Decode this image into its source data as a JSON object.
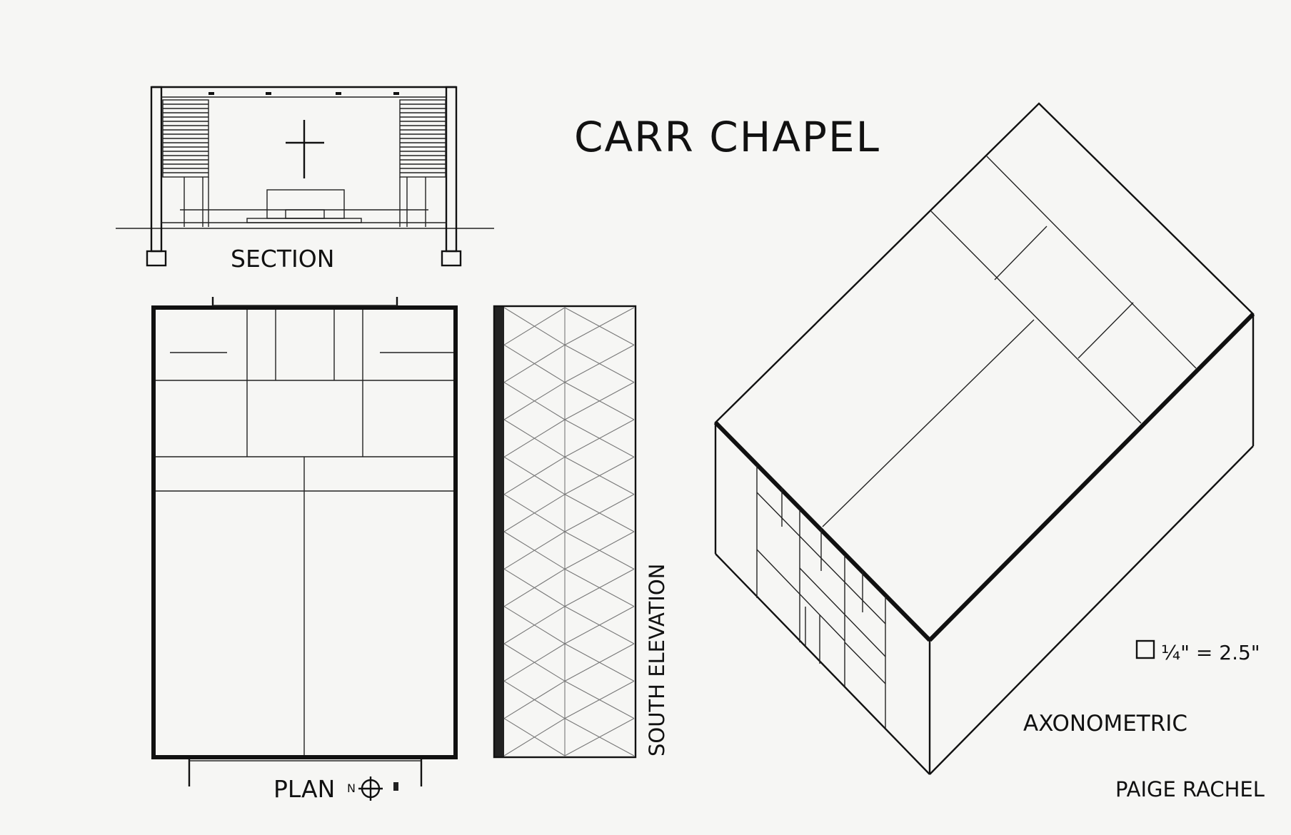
{
  "title": "CARR CHAPEL",
  "labels": {
    "section": "SECTION",
    "plan": "PLAN",
    "north": "N",
    "south_elevation": "SOUTH ELEVATION",
    "axonometric": "AXONOMETRIC",
    "scale": "¼\" = 2.5\"",
    "author": "PAIGE RACHEL"
  },
  "colors": {
    "ink": "#111111",
    "paper": "#f6f6f4",
    "pencil": "#777777"
  }
}
